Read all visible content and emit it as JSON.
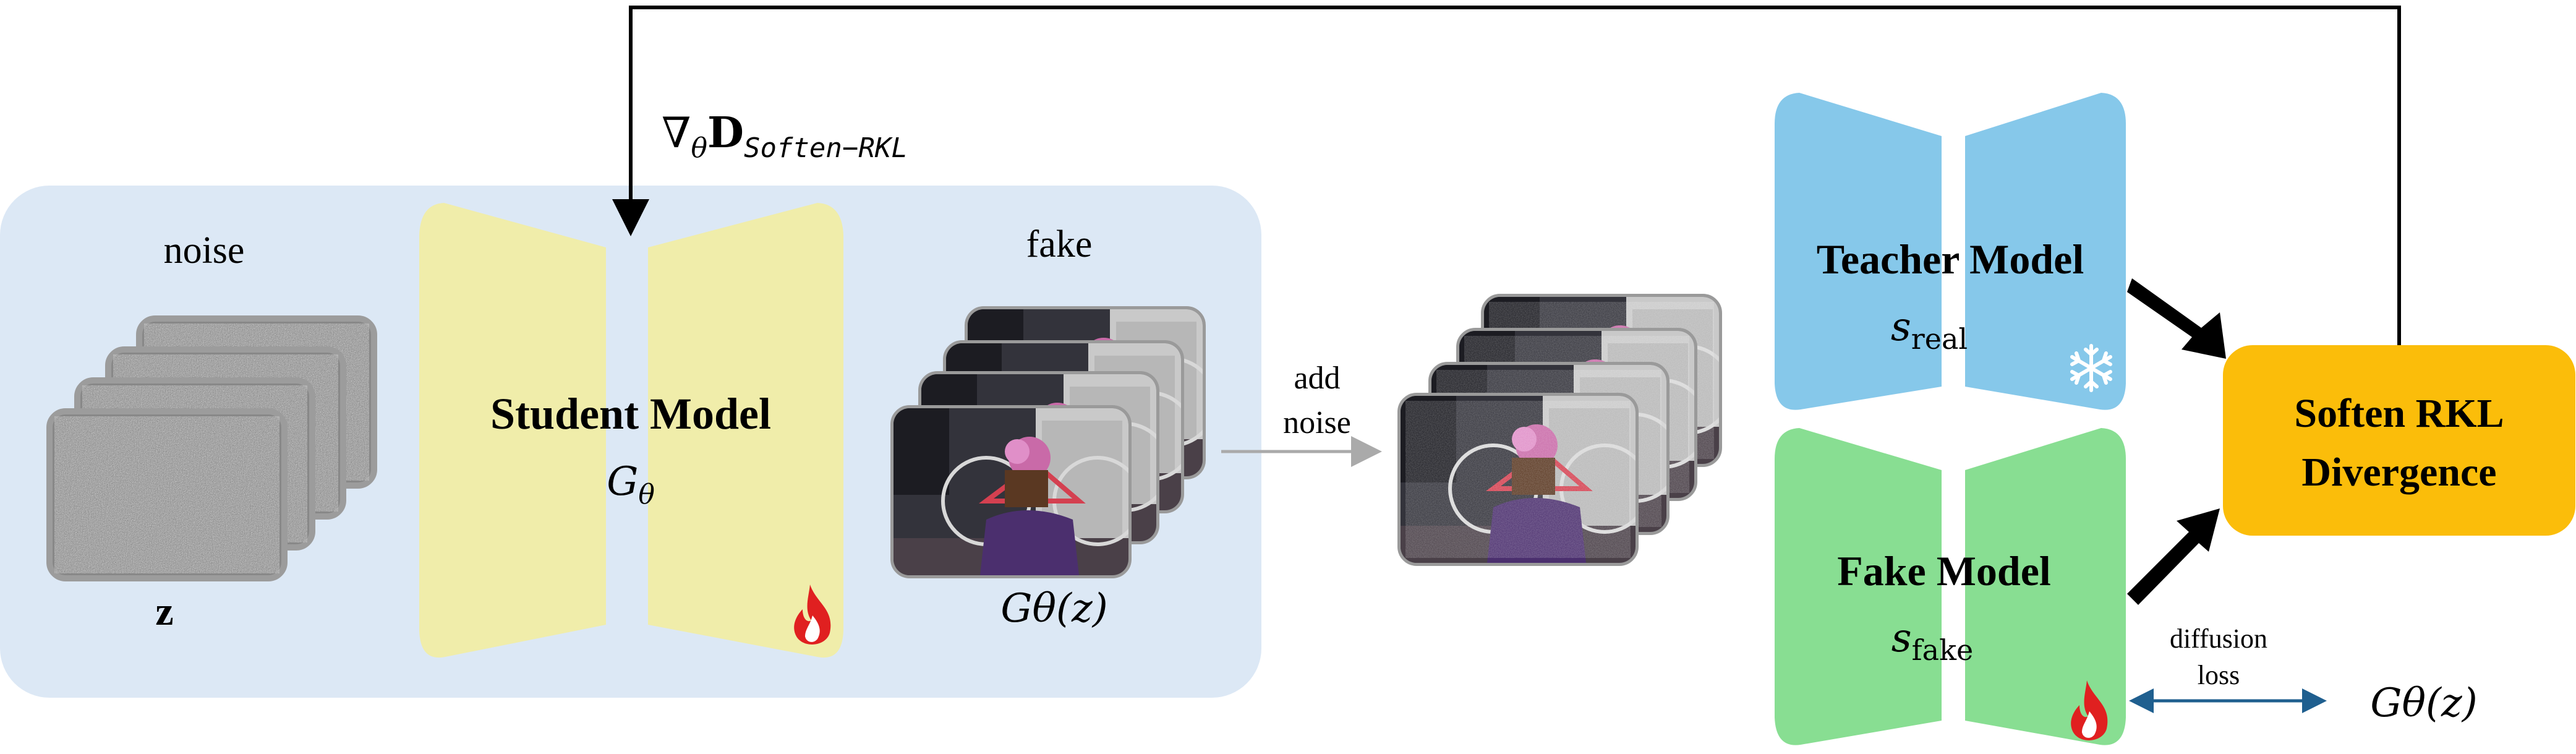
{
  "gradient_label": {
    "nabla": "∇",
    "sub_theta": "θ",
    "d": "D",
    "sub": "Soften−RKL"
  },
  "student": {
    "noise_label": "noise",
    "z_label": "z",
    "title": "Student Model",
    "symbol": "G",
    "symbol_sub": "θ",
    "fake_label": "fake",
    "output_label": "Gθ(z)"
  },
  "add_noise": {
    "line1": "add",
    "line2": "noise"
  },
  "teacher": {
    "title": "Teacher Model",
    "symbol": "s",
    "symbol_sub": "real"
  },
  "fake_model": {
    "title": "Fake Model",
    "symbol": "s",
    "symbol_sub": "fake"
  },
  "divergence": {
    "line1": "Soften RKL",
    "line2": "Divergence"
  },
  "diffusion_loss": {
    "line1": "diffusion",
    "line2": "loss",
    "target": "Gθ(z)"
  },
  "colors": {
    "student_bg": "#dce8f5",
    "student_model": "#f0edaa",
    "teacher": "#86c8ea",
    "fake_model": "#88de92",
    "divergence": "#fbbd0a",
    "arrow_dark": "#000000",
    "arrow_blue": "#1f5f8f",
    "arrow_gray": "#aaaaaa"
  },
  "icons": [
    "flame-icon",
    "snowflake-icon",
    "noise-image-stack",
    "photo-stack",
    "noisy-photo-stack"
  ]
}
